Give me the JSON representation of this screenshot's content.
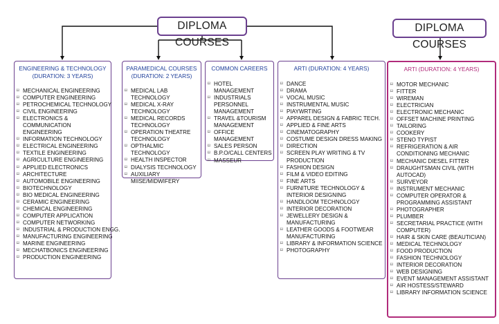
{
  "left_title": "DIPLOMA COURSES",
  "right_title": "DIPLOMA COURSES",
  "panels": {
    "engineering": {
      "heading": "ENGINEERING & TECHNOLOGY",
      "subheading": "(DURATION: 3 YEARS)",
      "items": [
        "MECHANICAL ENGINEERING",
        "COMPUTER ENGINEERING",
        "PETROCHEMICAL TECHNOLOGY",
        "CIVIL ENGINEERING",
        "ELECTRONICS & COMMUNICATION ENGINEERING",
        "INFORMATION TECHNOLOGY",
        "ELECTRICAL ENGINEERING",
        "TEXTILE ENGINEERING",
        "AGRICULTURE ENGINEERING",
        "APPLIED ELECTRONICS",
        "ARCHITECTURE",
        "AUTOMOBILE ENGINEERING",
        "BIOTECHNOLOGY",
        "BIO MEDICAL ENGINEERING",
        "CERAMIC ENGINEERING",
        "CHEMICAL ENGINEERING",
        "COMPUTER APPLICATION",
        "COMPUTER NETWORKING",
        "INDUSTRIAL & PRODUCTION ENGG.",
        "MANUFACTURING ENGINEERING",
        "MARINE ENGINEERING",
        "MECHATBONICS ENGINEERING",
        "PRODUCTION ENGINEERING"
      ]
    },
    "paramedical": {
      "heading": "PARAMEDICAL COURSES",
      "subheading": "(DURATION: 2 YEARS)",
      "items": [
        "MEDICAL LAB TECHNOLOGY",
        "MEDICAL X-RAY TECHNOLOGY",
        "MEDICAL RECORDS TECHNOLOGY",
        "OPERATION THEATRE TECHNOLOGY",
        "OPTHALMIC TECHNOLOGY",
        "HEALTH INSPECTOR",
        "DIALYSIS TECHNOLOGY",
        "AUXILIARY MIISE/MIDWIFERY"
      ]
    },
    "common": {
      "heading": "COMMON CAREERS",
      "items": [
        "HOTEL MANAGEMENT",
        "INDUSTRIALS PERSONNEL MANAGEMENT",
        "TRAVEL &TOURISM MANAGEMENT",
        "OFFICE MANAGEMENT",
        "SALES PERSON",
        "B.P.O/CALL CENTERS",
        "MASSEUR"
      ]
    },
    "arti_left": {
      "heading": "ARTI (DURATION: 4 YEARS)",
      "items": [
        "DANCE",
        "DRAMA",
        "VOCAL MUSIC",
        "INSTRUMENTAL MUSIC",
        "PIAYWRTING",
        "APPAREL DESIGN & FABRIC TECH.",
        "APPLIED & FINE ARTS",
        "CINEMATOGRAPHY",
        "COSTUME DESIGN DRESS MAKING",
        "DIRECTION",
        "SCREEN PLAY WRITING & TV PRODUCTION",
        "FASHION DESIGN",
        "FILM & VIDEO EDITING",
        "FINE ARTS",
        "FURNITURE TECHNOLOGY & INTERIOR DESIGNING",
        "HANDLOOM TECHNOLOGY",
        "INTERIOR DECORATION",
        "JEWELLERY DESIGN & MANUFACTURING",
        "LEATHER GOODS & FOOTWEAR MANUFACTURING",
        "LIBRARY & INFORMATION SCIENCE",
        "PHOTOGRAPHY"
      ]
    },
    "arti_right": {
      "heading": "ARTI (DURATION: 4 YEARS)",
      "items": [
        "MOTOR MECHANIC",
        "FITTER",
        "WIREMAN",
        "ELECTRICIAN",
        "ELECTRONIC MECHANIC",
        "OFFSET MACHINE PRINTING",
        "TAILORING",
        "COOKERY",
        "STENO TYPIST",
        "REFRIGERATION & AIR CONDITIONING MECHANIC",
        "MECHANIC DIESEL FITTER",
        "DRAUGHTSMAN CIVIL (WITH AUTOCAD)",
        "SURVEYOR",
        "INSTRUMENT MECHANIC",
        "COMPUTER OPERATOR & PROGRAMMING ASSISTANT",
        "PHOTOGRAPHER",
        "PLUMBER",
        "SECRETARIAL PRACTICE (WITH COMPUTER)",
        "HAIR & SKIN CARE (BEAUTICIAN)",
        "MEDICAL TECHNOLOGY",
        "FOOD PRODUCTION",
        "FASHION TECHNOLOGY",
        "INTERIOR DECORATION",
        "WEB DESIGNING",
        "EVENT MANAGEMENT ASSISTANT",
        "AIR HOSTESS/STEWARD",
        "LIBRARY INFORMATION SCIENCE"
      ]
    }
  },
  "colors": {
    "panel_border": "#6a3f8e",
    "heading_blue": "#1f3f9a",
    "pink": "#b02a7a"
  },
  "bullet_icon": "square-lozenge-icon"
}
